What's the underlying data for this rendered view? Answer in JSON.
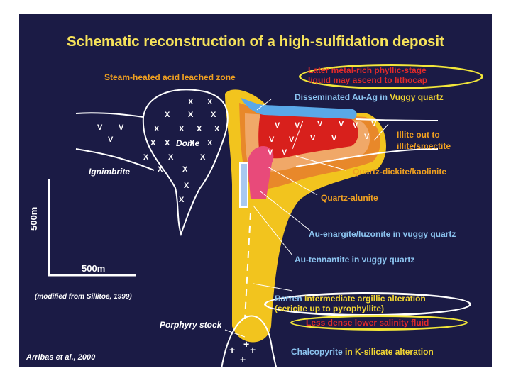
{
  "title": "Schematic reconstruction of a high-sulfidation deposit",
  "labels": {
    "steam_heated": "Steam-heated acid leached zone",
    "later_line1": "Later metal-rich phyllic-stage",
    "later_line2": "liquid may ascend to lithocap",
    "disseminated_a": "Disseminated Au-Ag in ",
    "disseminated_b": "Vuggy quartz",
    "illite_line1": "Illite out to",
    "illite_line2": "illite/smectite",
    "quartz_dickite": "Quartz-dickite/kaolinite",
    "quartz_alunite": "Quartz-alunite",
    "au_enargite": "Au-enargite/luzonite  in vuggy quartz",
    "au_tennantite": "Au-tennantite in vuggy quartz",
    "barren_a": "Barren ",
    "barren_b": "Intermediate argillic alteration",
    "barren_line2": "(sericite up to pyrophyllite)",
    "less_dense": "Less dense lower salinity fluid",
    "chalcopyrite_a": "Chalcopyrite ",
    "chalcopyrite_b": "in K-silicate alteration",
    "porphyry": "Porphyry stock",
    "dome": "Dome",
    "ignimbrite": "Ignimbrite",
    "scale_v": "500m",
    "scale_h": "500m",
    "modified": "(modified from Sillitoe, 1999)",
    "arribas": "Arribas et al., 2000"
  },
  "colors": {
    "background": "#1b1b45",
    "title": "#f6e25a",
    "label_orange": "#f0a020",
    "label_yellow": "#f2d632",
    "label_blue": "#8cc4f0",
    "label_red": "#e02a2a",
    "alteration_yellow": "#f2c41e",
    "alteration_orange": "#e8882a",
    "alteration_red": "#d8201c"
  }
}
